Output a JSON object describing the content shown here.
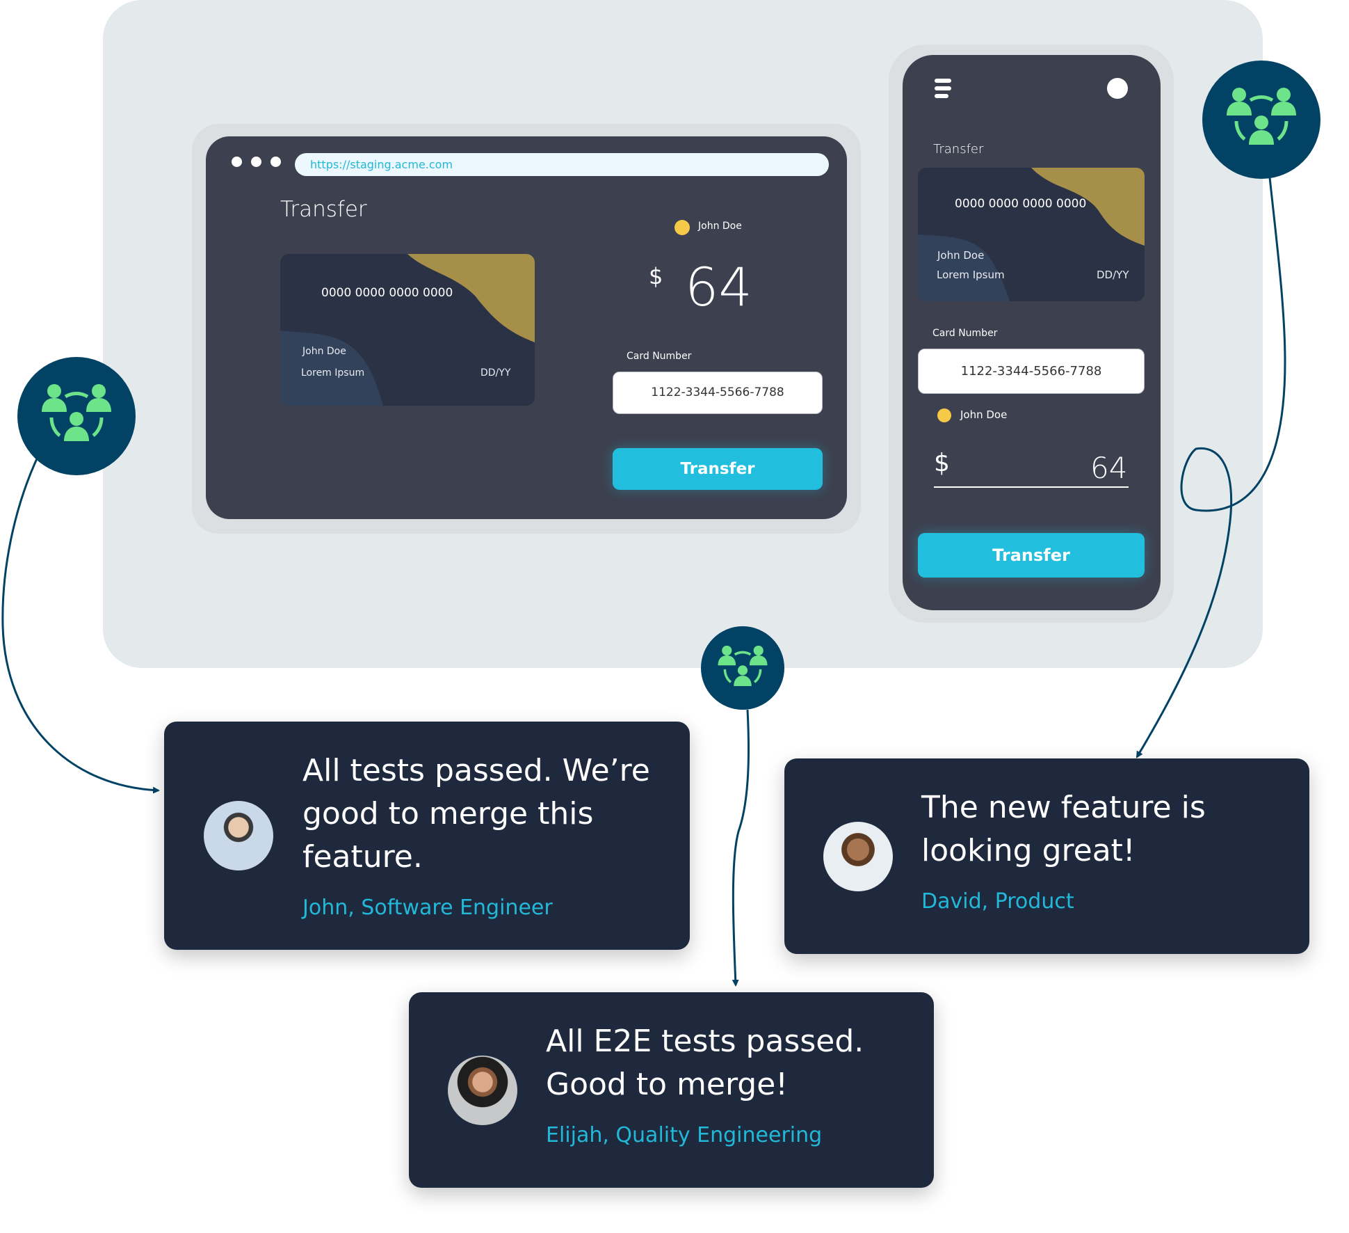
{
  "browser": {
    "url": "https://staging.acme.com",
    "title": "Transfer",
    "card": {
      "number": "0000 0000 0000 0000",
      "holder": "John Doe",
      "subtitle": "Lorem Ipsum",
      "expiry": "DD/YY"
    },
    "payee": "John Doe",
    "currency": "$",
    "amount": "64",
    "card_number_label": "Card Number",
    "card_number_value": "1122-3344-5566-7788",
    "transfer_button": "Transfer"
  },
  "phone": {
    "title": "Transfer",
    "card": {
      "number": "0000 0000 0000 0000",
      "holder": "John Doe",
      "subtitle": "Lorem Ipsum",
      "expiry": "DD/YY"
    },
    "card_number_label": "Card Number",
    "card_number_value": "1122-3344-5566-7788",
    "payee": "John Doe",
    "currency": "$",
    "amount": "64",
    "transfer_button": "Transfer"
  },
  "collab_icons": [
    {
      "icon": "team-collaboration-icon"
    },
    {
      "icon": "team-collaboration-icon"
    },
    {
      "icon": "team-collaboration-icon"
    }
  ],
  "feedback": [
    {
      "quote_lines": [
        "All tests passed. We’re",
        "good to merge this",
        "feature."
      ],
      "author": "John, Software Engineer"
    },
    {
      "quote_lines": [
        "The new feature is",
        "looking great!"
      ],
      "author": "David, Product"
    },
    {
      "quote_lines": [
        "All E2E tests passed.",
        "Good to merge!"
      ],
      "author": "Elijah, Quality Engineering"
    }
  ],
  "colors": {
    "accent": "#21bfdd",
    "panel_dark": "#3d404f",
    "card_bg": "#2b3245",
    "card_gold": "#a58f49",
    "card_blue": "#32425a",
    "collab_bg": "#024264",
    "collab_fg": "#6de38a",
    "feedback_bg": "#1f293d",
    "payee_dot": "#f7c948",
    "stage_bg": "#e4e9ec"
  }
}
